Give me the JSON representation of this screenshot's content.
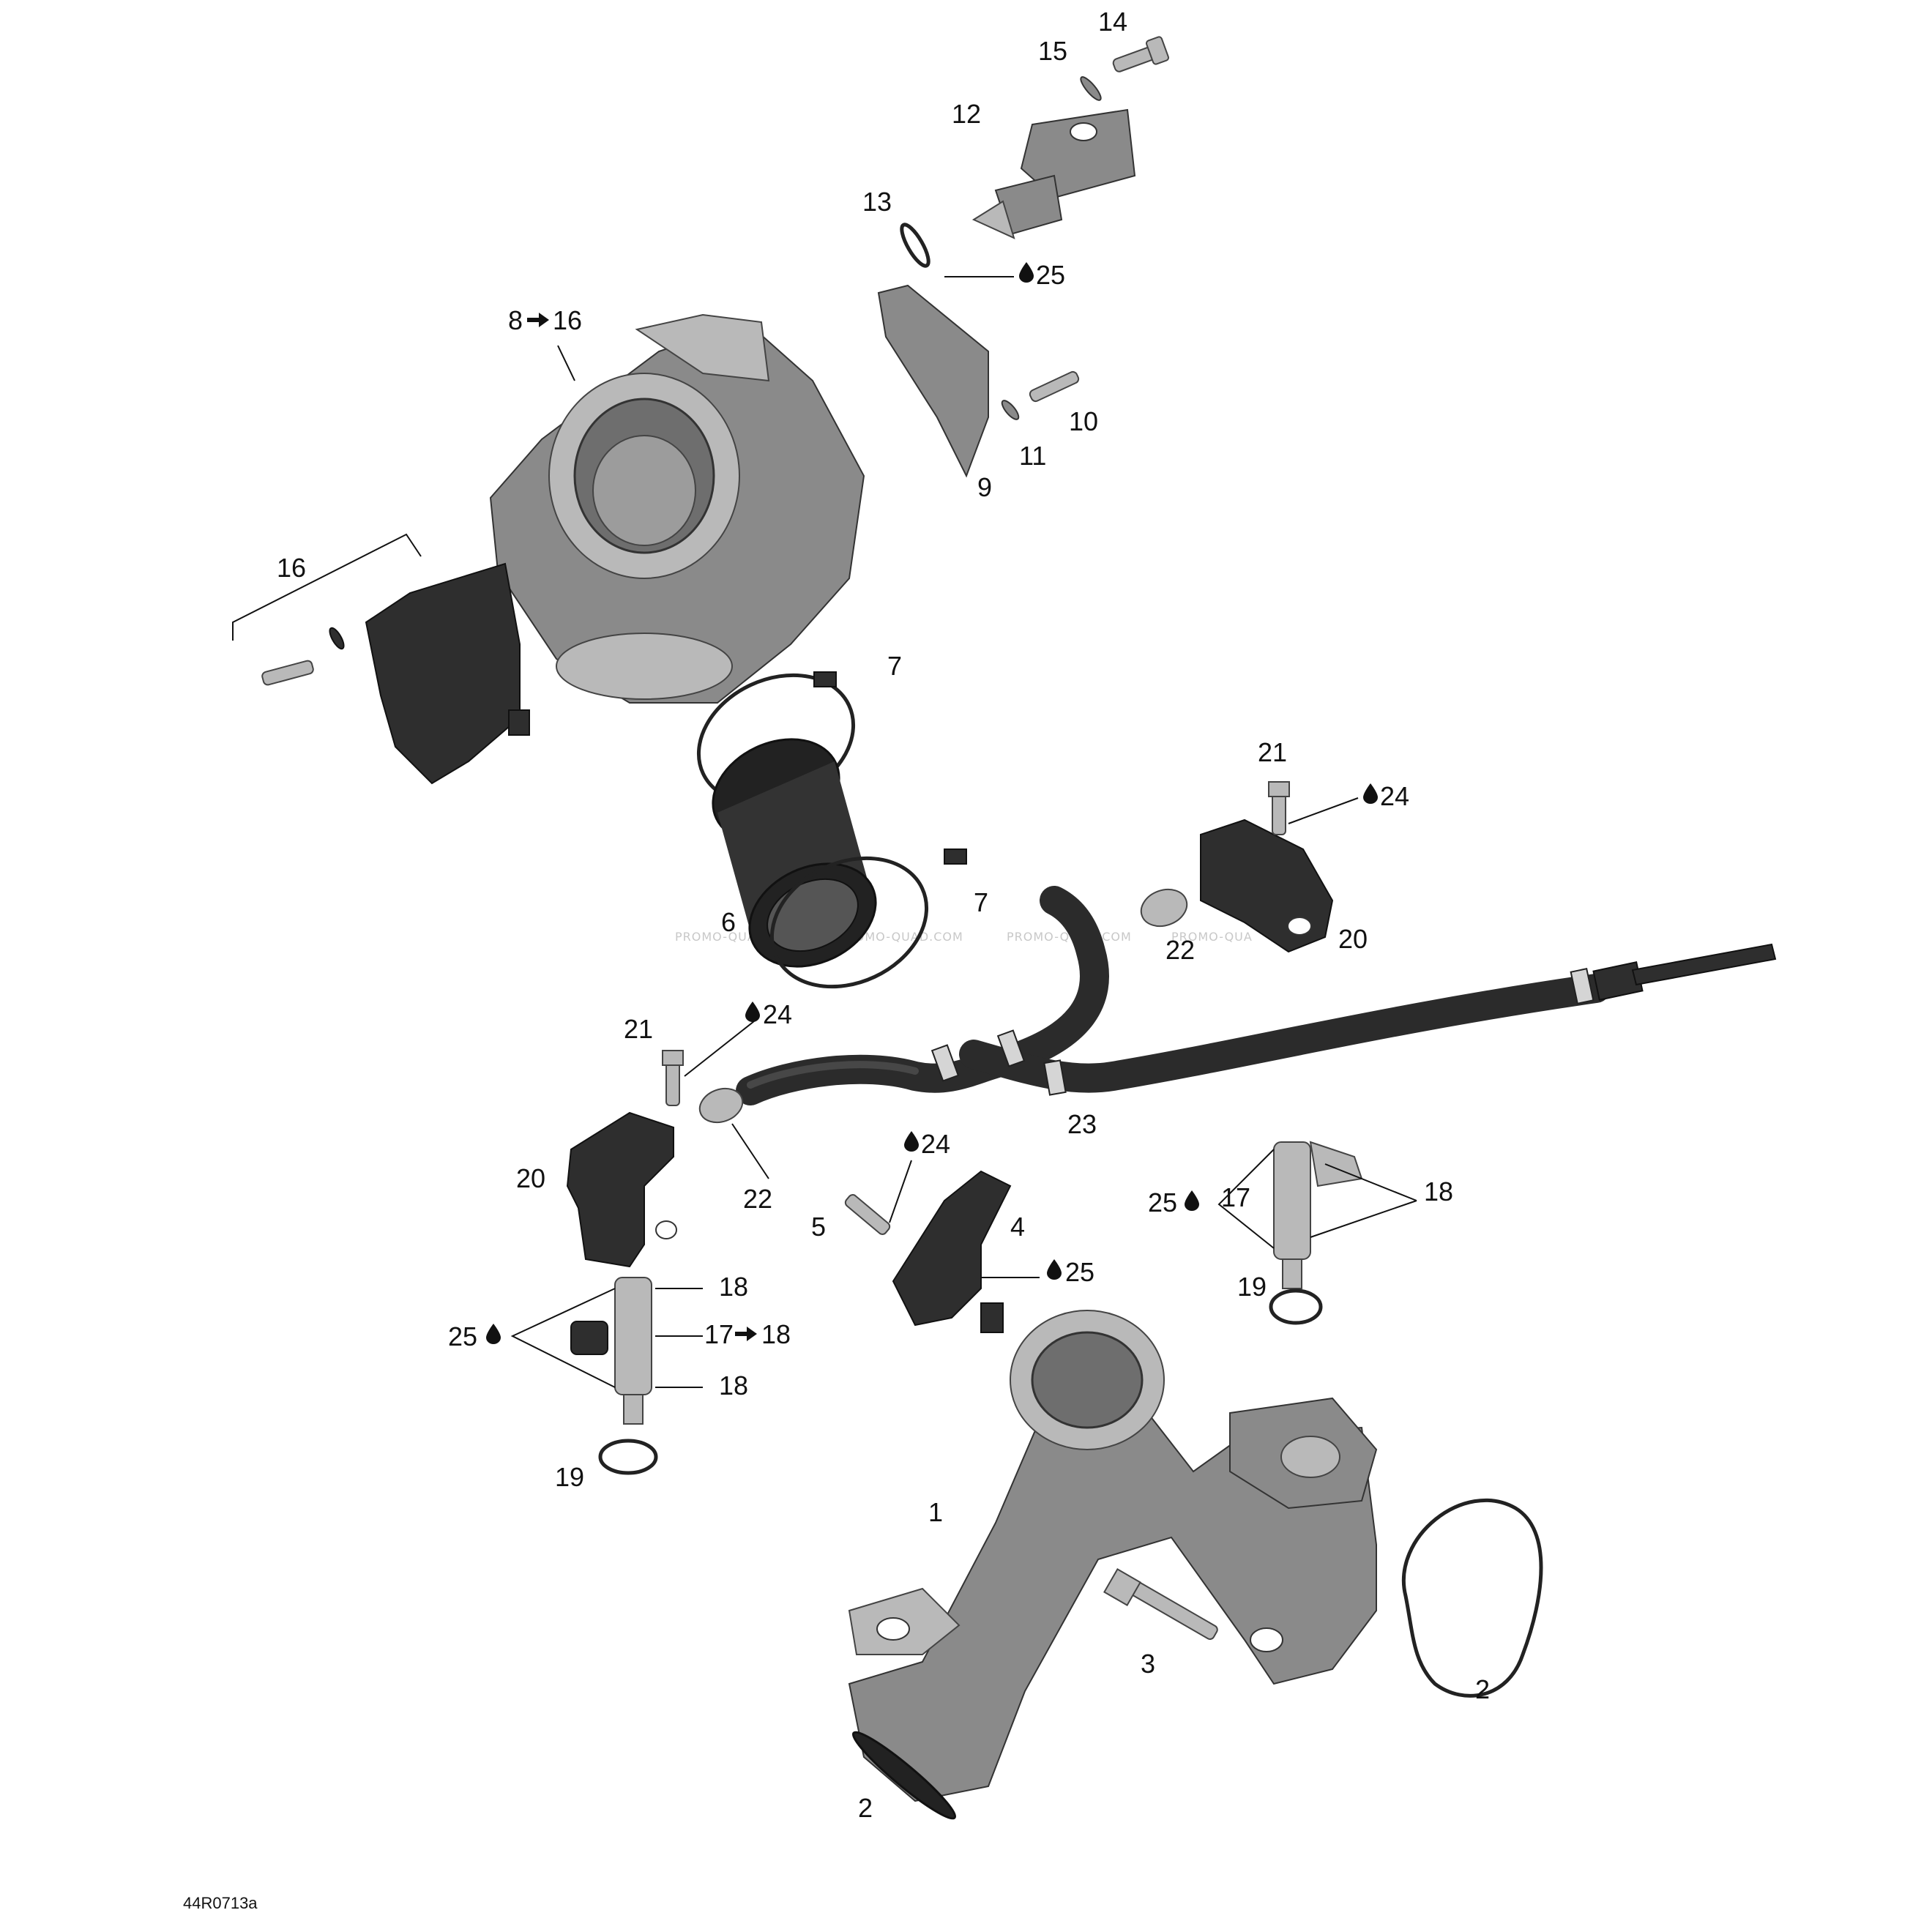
{
  "diagram": {
    "reference_code": "44R0713a",
    "watermark": "PROMO-QUAD.COM",
    "watermark_partial": "PROMO-QUA",
    "callouts": {
      "c14": "14",
      "c15": "15",
      "c12": "12",
      "c13": "13",
      "c25_a": "25",
      "c8_16": "8",
      "c8_16_to": "16",
      "c10": "10",
      "c11": "11",
      "c9": "9",
      "c16": "16",
      "c7_a": "7",
      "c7_b": "7",
      "c6": "6",
      "c21_a": "21",
      "c24_a": "24",
      "c20_a": "20",
      "c22_a": "22",
      "c21_b": "21",
      "c24_b": "24",
      "c20_b": "20",
      "c22_b": "22",
      "c23": "23",
      "c24_c": "24",
      "c5": "5",
      "c4": "4",
      "c25_b": "25",
      "c25_c": "25",
      "c17_a": "17",
      "c18_a": "18",
      "c19_a": "19",
      "c18_b": "18",
      "c25_d": "25",
      "c17_18": "17",
      "c17_18_to": "18",
      "c18_c": "18",
      "c19_b": "19",
      "c1": "1",
      "c3": "3",
      "c2_a": "2",
      "c2_b": "2"
    },
    "icons": {
      "drop": "oil-drop-icon",
      "arrow": "right-arrow-icon"
    }
  }
}
